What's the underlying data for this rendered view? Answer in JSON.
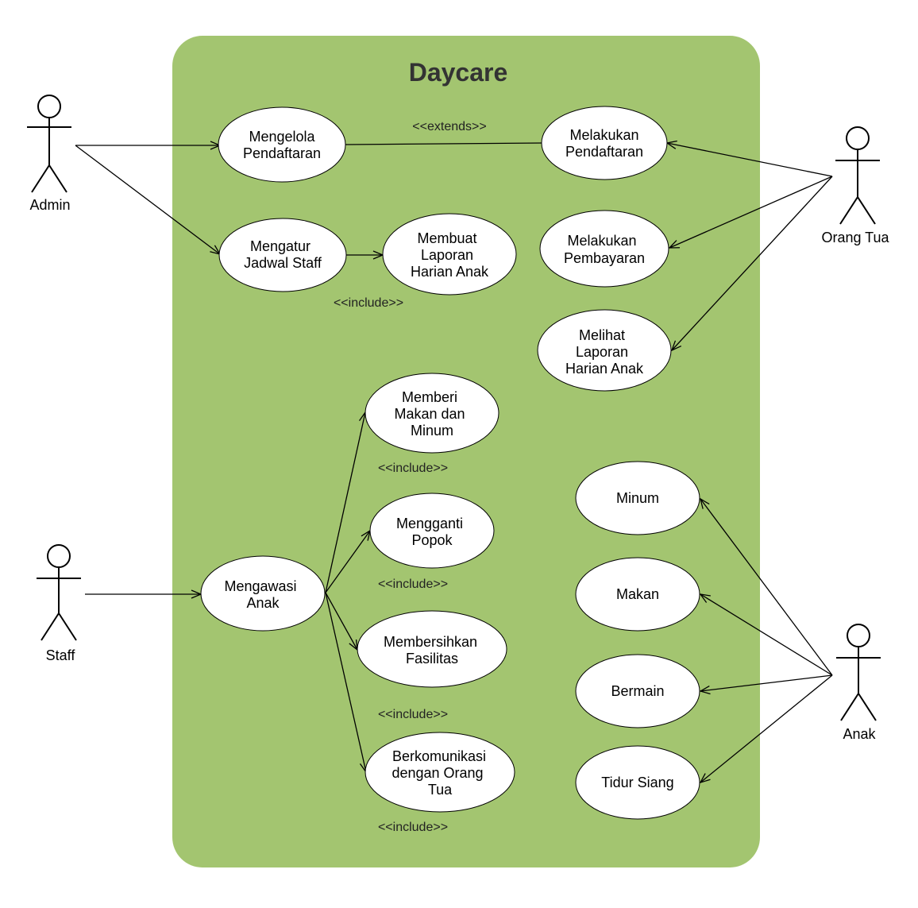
{
  "system": {
    "title": "Daycare",
    "fill": "#a3c570"
  },
  "actors": {
    "admin": "Admin",
    "orang_tua": "Orang Tua",
    "staff": "Staff",
    "anak": "Anak"
  },
  "use_cases": {
    "mengelola_pendaftaran": [
      "Mengelola",
      "Pendaftaran"
    ],
    "melakukan_pendaftaran": [
      "Melakukan",
      "Pendaftaran"
    ],
    "mengatur_jadwal_staff": [
      "Mengatur",
      "Jadwal Staff"
    ],
    "membuat_laporan": [
      "Membuat",
      "Laporan",
      "Harian Anak"
    ],
    "melakukan_pembayaran": [
      "Melakukan",
      "Pembayaran"
    ],
    "melihat_laporan": [
      "Melihat",
      "Laporan",
      "Harian Anak"
    ],
    "memberi_makan": [
      "Memberi",
      "Makan dan",
      "Minum"
    ],
    "mengganti_popok": [
      "Mengganti",
      "Popok"
    ],
    "mengawasi_anak": [
      "Mengawasi",
      "Anak"
    ],
    "membersihkan_fasilitas": [
      "Membersihkan",
      "Fasilitas"
    ],
    "berkomunikasi": [
      "Berkomunikasi",
      "dengan Orang",
      "Tua"
    ],
    "minum": [
      "Minum"
    ],
    "makan": [
      "Makan"
    ],
    "bermain": [
      "Bermain"
    ],
    "tidur_siang": [
      "Tidur Siang"
    ]
  },
  "relations": {
    "extends": "<<extends>>",
    "include_1": "<<include>>",
    "include_2": "<<include>>",
    "include_3": "<<include>>",
    "include_4": "<<include>>",
    "include_5": "<<include>>"
  }
}
